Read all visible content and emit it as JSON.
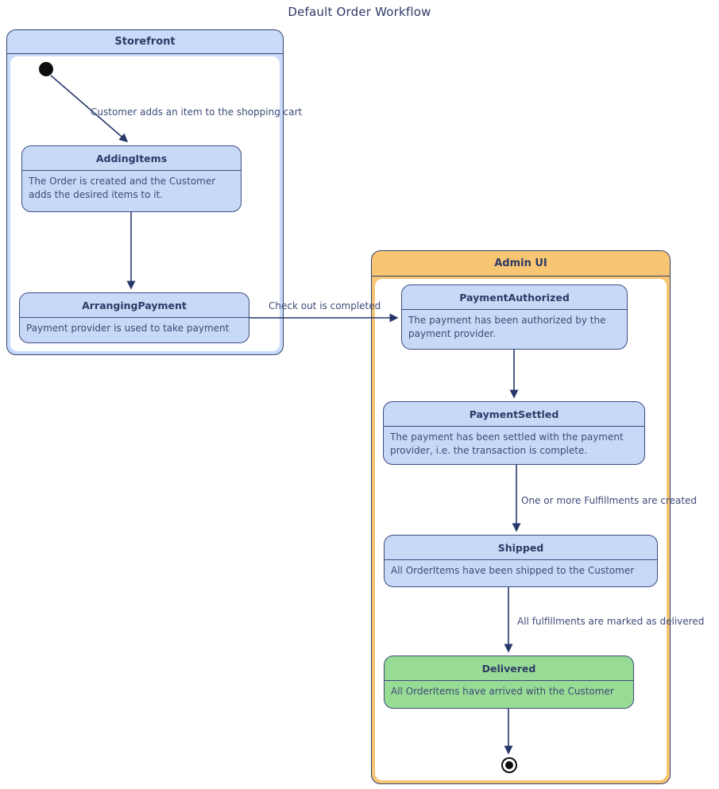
{
  "title": "Default Order Workflow",
  "colors": {
    "page-bg": "#ffffff",
    "text": "#2e3a66",
    "label-text": "#3e4b77",
    "container-border": "#333f6e",
    "storefront-fill": "#c9dbfa",
    "admin-fill": "#f8c572",
    "state-fill": "#c8d8f7",
    "state-border": "#3c4c80",
    "delivered-fill": "#98db95",
    "arrow": "#26386b"
  },
  "icons": {
    "initial_state": "filled-black-circle",
    "final_state": "bullseye-circle"
  },
  "containers": {
    "storefront": {
      "label": "Storefront"
    },
    "admin_ui": {
      "label": "Admin UI"
    }
  },
  "states": {
    "adding_items": {
      "name": "AddingItems",
      "description": "The Order is created and the Customer adds the desired items to it."
    },
    "arranging_payment": {
      "name": "ArrangingPayment",
      "description": "Payment provider is used to take payment"
    },
    "payment_authorized": {
      "name": "PaymentAuthorized",
      "description": "The payment has been authorized by the payment provider."
    },
    "payment_settled": {
      "name": "PaymentSettled",
      "description": "The payment has been settled with the payment provider, i.e. the transaction is complete."
    },
    "shipped": {
      "name": "Shipped",
      "description": "All OrderItems have been shipped to the Customer"
    },
    "delivered": {
      "name": "Delivered",
      "description": "All OrderItems have arrived with the Customer"
    }
  },
  "transitions": {
    "init_to_adding": {
      "label": "Customer adds an item to the shopping cart"
    },
    "arranging_to_authorized": {
      "label": "Check out is completed"
    },
    "settled_to_shipped": {
      "label": "One or more Fulfillments are created"
    },
    "shipped_to_delivered": {
      "label": "All fulfillments are marked as delivered"
    }
  }
}
